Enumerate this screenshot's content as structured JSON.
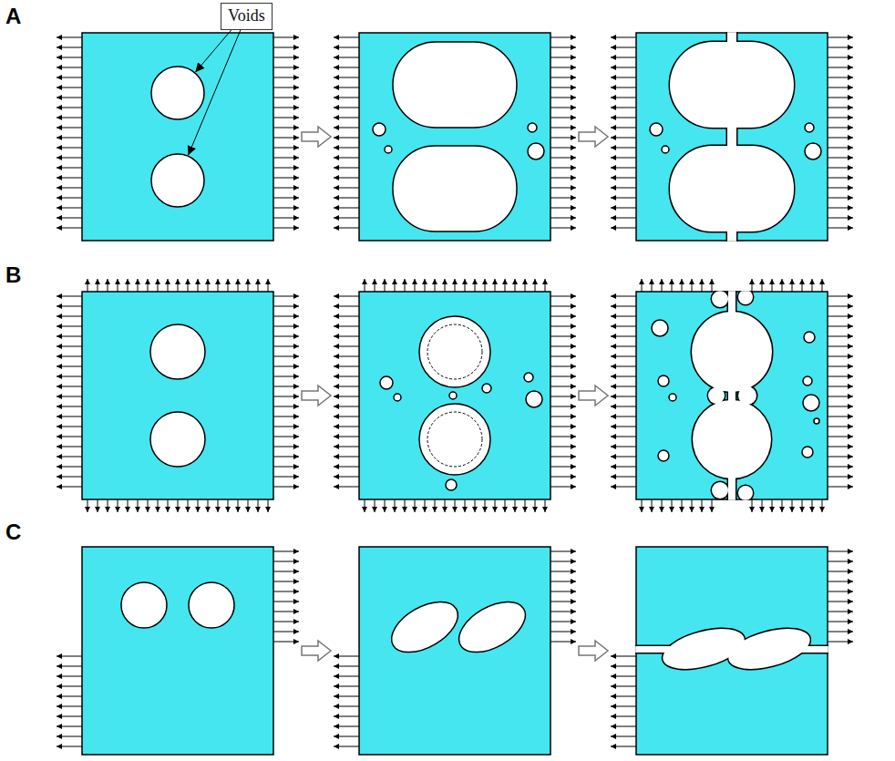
{
  "diagram": {
    "nodes": [
      {
        "text": [
          "Voids"
        ]
      }
    ],
    "labels": [
      "A",
      "B",
      "C"
    ]
  }
}
